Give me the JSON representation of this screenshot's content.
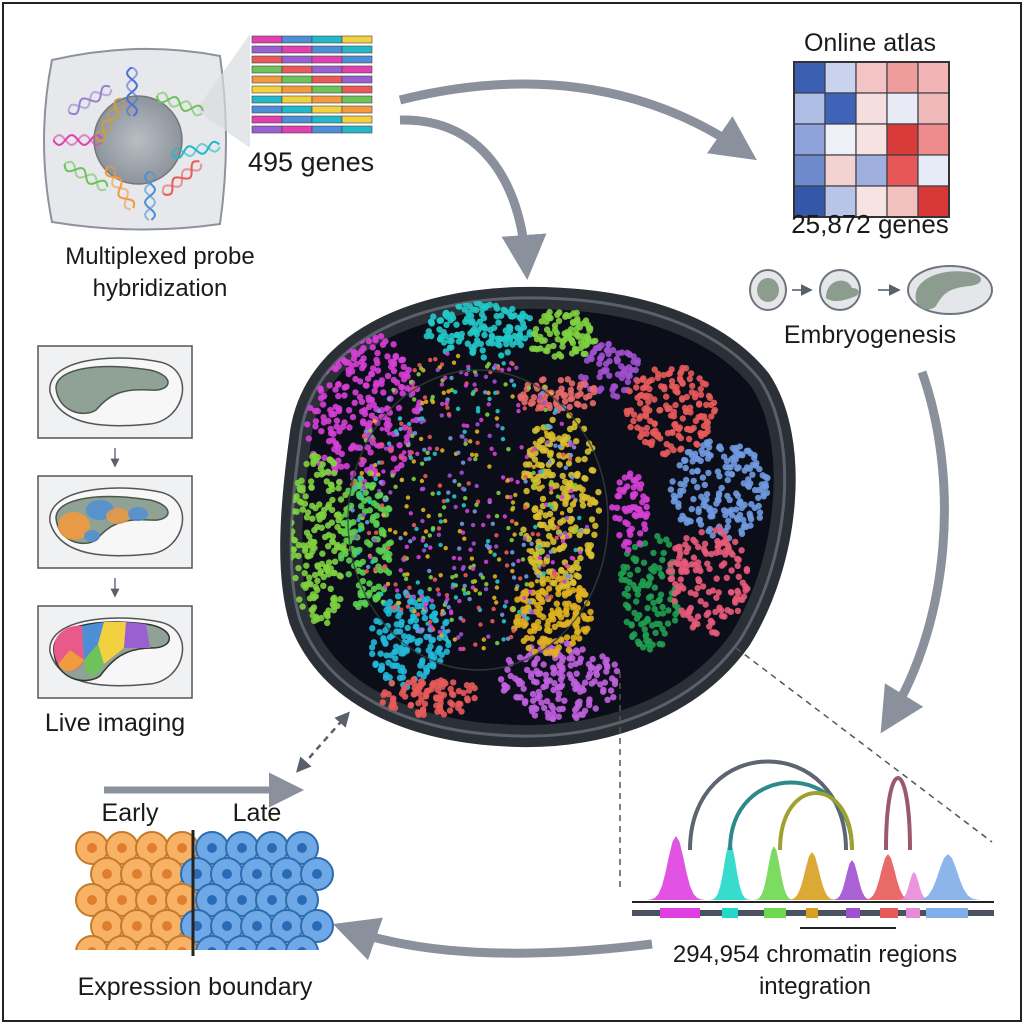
{
  "probe": {
    "line1": "Multiplexed probe",
    "line2": "hybridization",
    "genes_label": "495 genes"
  },
  "atlas": {
    "title": "Online atlas",
    "genes_label": "25,872 genes",
    "heatmap_colors": [
      [
        "#3b5fb0",
        "#c9d3ee",
        "#f4c4c4",
        "#ef9c9c",
        "#f2b4b4"
      ],
      [
        "#aebde5",
        "#3f63b6",
        "#f6dede",
        "#e8eaf6",
        "#f0b9b9"
      ],
      [
        "#8ea3d9",
        "#eef0f7",
        "#f7e2e2",
        "#d93a3a",
        "#ee8b8b"
      ],
      [
        "#6f89cd",
        "#f5d2d2",
        "#9fb0de",
        "#e65757",
        "#e6eaf6"
      ],
      [
        "#3358aa",
        "#b9c5e8",
        "#f8e3e3",
        "#f3c0c0",
        "#d83838"
      ]
    ]
  },
  "embryogenesis": {
    "label": "Embryogenesis"
  },
  "live_imaging": {
    "label": "Live imaging"
  },
  "boundary": {
    "early": "Early",
    "late": "Late",
    "label": "Expression boundary"
  },
  "chromatin": {
    "line1": "294,954 chromatin regions",
    "line2": "integration"
  },
  "colors": {
    "arrow": "#8a919c",
    "ring": "#2b2f36",
    "tissue_bg": "#0b0d18"
  }
}
